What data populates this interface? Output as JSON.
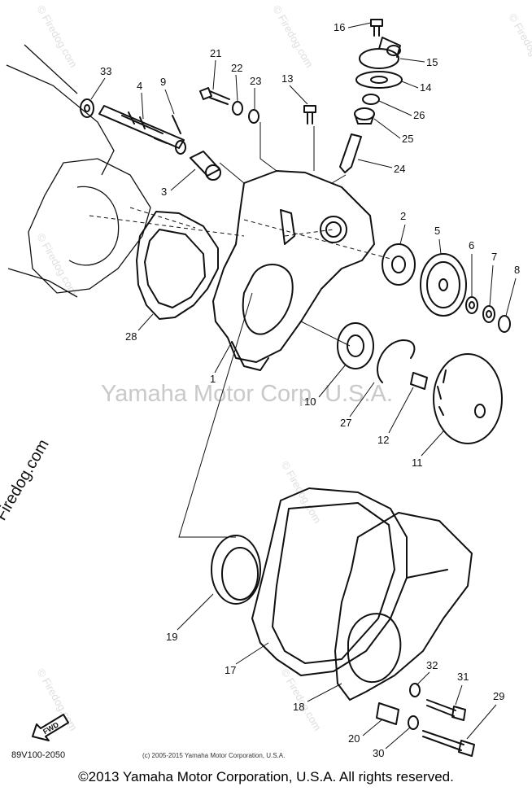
{
  "watermark_center": "Yamaha Motor Corp, U.S.A.",
  "watermark_side": "© Firedog.com",
  "watermark_tile": "© Firedog.com",
  "diagram_code": "89V100-2050",
  "small_copyright": "(c) 2005-2015 Yamaha Motor Corporation, U.S.A.",
  "copyright": "©2013 Yamaha Motor Corporation, U.S.A. All rights reserved.",
  "fwd_label": "FWD",
  "callouts": {
    "c1": "1",
    "c2": "2",
    "c3": "3",
    "c4": "4",
    "c5": "5",
    "c6": "6",
    "c7": "7",
    "c8": "8",
    "c9": "9",
    "c10": "10",
    "c11": "11",
    "c12": "12",
    "c13": "13",
    "c14": "14",
    "c15": "15",
    "c16": "16",
    "c17": "17",
    "c18": "18",
    "c19": "19",
    "c20": "20",
    "c21": "21",
    "c22": "22",
    "c23": "23",
    "c24": "24",
    "c25": "25",
    "c26": "26",
    "c27": "27",
    "c28": "28",
    "c29": "29",
    "c30": "30",
    "c31": "31",
    "c32": "32",
    "c33": "33"
  }
}
